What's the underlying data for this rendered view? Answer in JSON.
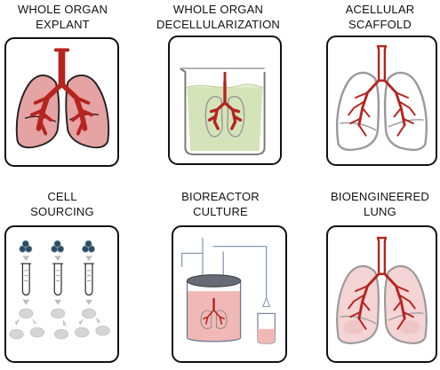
{
  "panels": [
    {
      "lines": [
        "WHOLE ORGAN",
        "EXPLANT"
      ],
      "illustration": "native-lung-icon"
    },
    {
      "lines": [
        "WHOLE ORGAN",
        "DECELLULARIZATION"
      ],
      "illustration": "decellularization-beaker-icon"
    },
    {
      "lines": [
        "ACELLULAR",
        "SCAFFOLD"
      ],
      "illustration": "scaffold-lung-icon"
    },
    {
      "lines": [
        "CELL",
        "SOURCING"
      ],
      "illustration": "cell-tubes-icon"
    },
    {
      "lines": [
        "BIOREACTOR",
        "CULTURE"
      ],
      "illustration": "bioreactor-icon"
    },
    {
      "lines": [
        "BIOENGINEERED",
        "LUNG"
      ],
      "illustration": "bioengineered-lung-icon"
    }
  ],
  "colors": {
    "airway": "#b6241f",
    "lung_fill": "#e6a3a3",
    "lung_light_fill": "#f4d4d4",
    "scaffold_outline": "#9a9a9a",
    "solution": "#d4e4b8",
    "culture_medium": "#f1b9b5",
    "cell": "#d5d5d5",
    "cell_cluster": "#2d4a66",
    "frame": "#111111"
  }
}
